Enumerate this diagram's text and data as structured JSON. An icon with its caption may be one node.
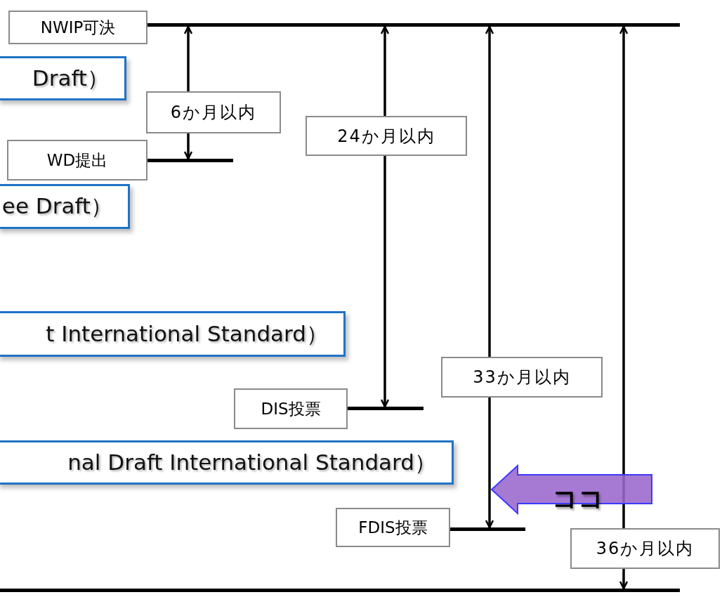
{
  "diagram": {
    "nodes": [
      {
        "text": [
          "NWIP可決"
        ]
      },
      {
        "text": [],
        "shape": "bar"
      },
      {
        "text": [
          "Draft）"
        ]
      },
      {
        "text": [
          "WD提出"
        ]
      },
      {
        "text": [],
        "shape": "bar"
      },
      {
        "text": [
          "ee Draft）"
        ]
      },
      {
        "text": [
          "t International Standard）"
        ]
      },
      {
        "text": [
          "DIS投票"
        ]
      },
      {
        "text": [],
        "shape": "bar"
      },
      {
        "text": [
          "nal Draft International Standard）"
        ]
      },
      {
        "text": [
          "FDIS投票"
        ]
      },
      {
        "text": [],
        "shape": "bar"
      },
      {
        "text": [],
        "shape": "bar"
      },
      {
        "text": [
          "6か月以内"
        ]
      },
      {
        "text": [
          "24か月以内"
        ]
      },
      {
        "text": [
          "33か月以内"
        ]
      },
      {
        "text": [
          "36か月以内"
        ]
      }
    ],
    "edges": [
      {
        "from": 13,
        "to": 1,
        "arrow": "to"
      },
      {
        "from": 13,
        "to": 4,
        "arrow": "to"
      },
      {
        "from": 14,
        "to": 1,
        "arrow": "to"
      },
      {
        "from": 14,
        "to": 8,
        "arrow": "to"
      },
      {
        "from": 15,
        "to": 1,
        "arrow": "to"
      },
      {
        "from": 15,
        "to": 11,
        "arrow": "to"
      },
      {
        "from": 16,
        "to": 1,
        "arrow": "to"
      },
      {
        "from": 16,
        "to": 12,
        "arrow": "to"
      }
    ],
    "labels": [
      "ココ"
    ]
  }
}
